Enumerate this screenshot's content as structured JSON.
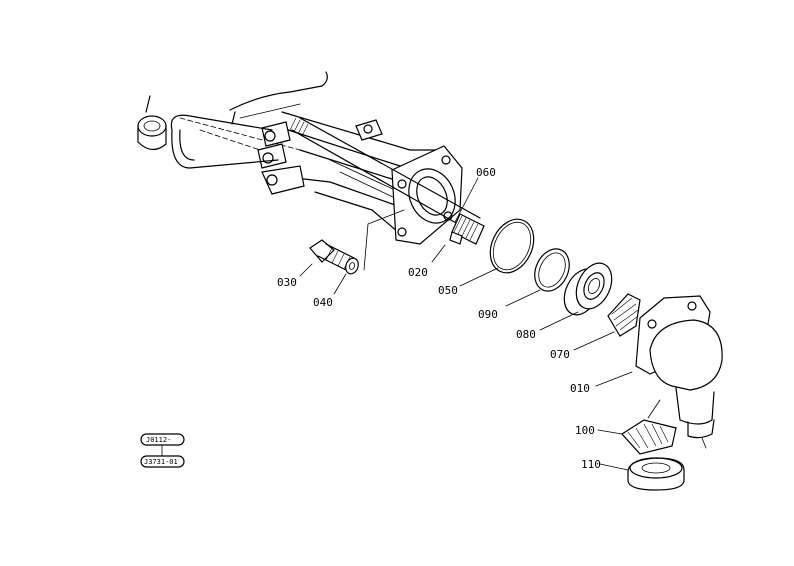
{
  "diagram": {
    "parts": [
      {
        "id": "p060",
        "label": "060"
      },
      {
        "id": "p020",
        "label": "020"
      },
      {
        "id": "p050",
        "label": "050"
      },
      {
        "id": "p030",
        "label": "030"
      },
      {
        "id": "p040",
        "label": "040"
      },
      {
        "id": "p090",
        "label": "090"
      },
      {
        "id": "p080",
        "label": "080"
      },
      {
        "id": "p070",
        "label": "070"
      },
      {
        "id": "p010",
        "label": "010"
      },
      {
        "id": "p100",
        "label": "100"
      },
      {
        "id": "p110",
        "label": "110"
      }
    ],
    "references": [
      {
        "label": "J0112-"
      },
      {
        "label": "J3731-01"
      }
    ]
  }
}
